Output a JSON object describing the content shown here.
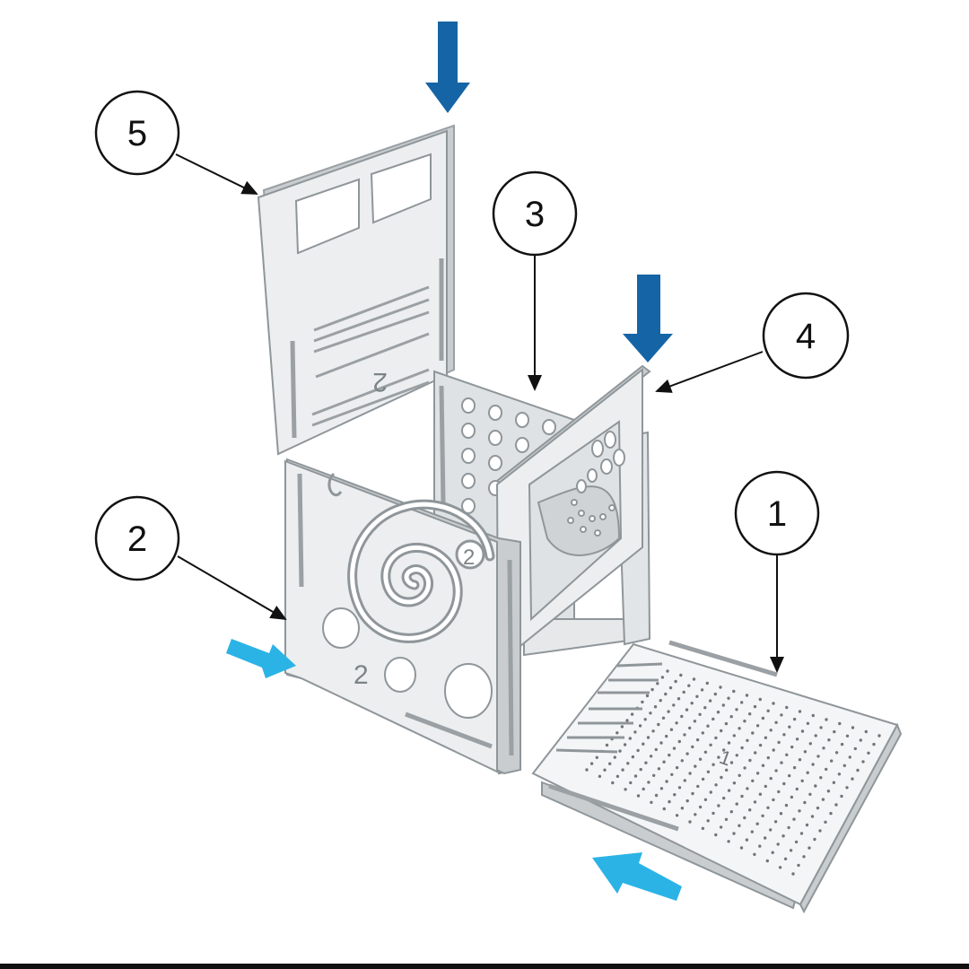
{
  "callouts": {
    "one": "1",
    "two": "2",
    "three": "3",
    "four": "4",
    "five": "5"
  },
  "panel_markings": {
    "front_panel_number": "2",
    "front_panel_badge": "2",
    "top_panel_number": "2",
    "base_panel_number": "1"
  },
  "colors": {
    "panel_face": "#e9ebec",
    "panel_shadow": "#c4c8cb",
    "panel_outline": "#9aa0a4",
    "arrow_dark": "#1565a6",
    "arrow_light": "#2bb3e6",
    "leader": "#111111"
  }
}
